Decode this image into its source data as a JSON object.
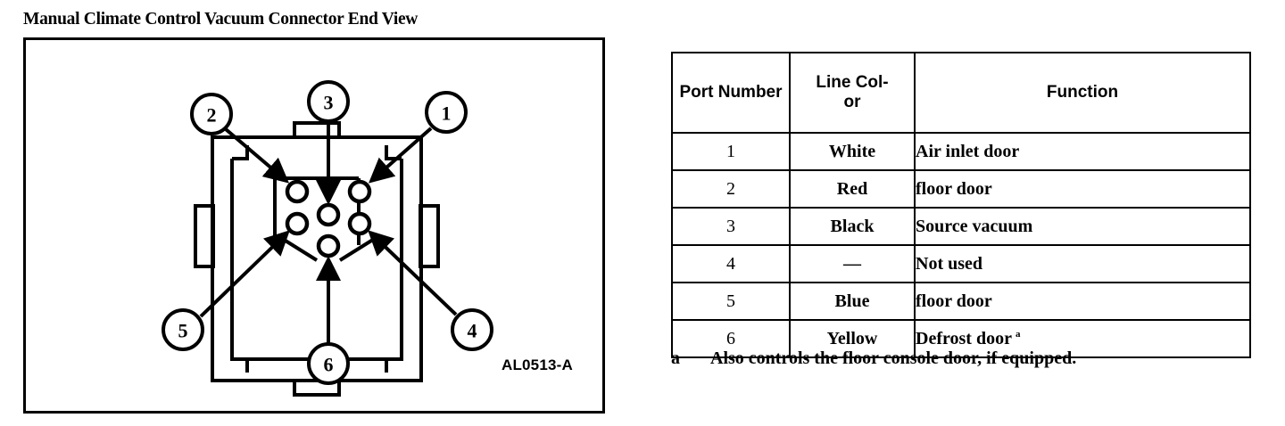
{
  "figure": {
    "title": "Manual Climate Control Vacuum Connector End View",
    "reference_code": "AL0513-A",
    "callouts": [
      {
        "label": "1",
        "target_port": "upper-right"
      },
      {
        "label": "2",
        "target_port": "upper-left"
      },
      {
        "label": "3",
        "target_port": "center"
      },
      {
        "label": "4",
        "target_port": "lower-right"
      },
      {
        "label": "5",
        "target_port": "lower-left"
      },
      {
        "label": "6",
        "target_port": "bottom-center"
      }
    ],
    "port_count": 6,
    "colors": {
      "line": "#000000",
      "background": "#ffffff"
    }
  },
  "table": {
    "headers": [
      "Port Number",
      "Line Col-or",
      "Function"
    ],
    "header_port": "Port Number",
    "header_color": "Line Col-",
    "header_color_2": "or",
    "header_function": "Function",
    "rows": [
      {
        "port": "1",
        "color": "White",
        "function": "Air inlet door",
        "footnote": ""
      },
      {
        "port": "2",
        "color": "Red",
        "function": "floor door",
        "footnote": ""
      },
      {
        "port": "3",
        "color": "Black",
        "function": "Source vacuum",
        "footnote": ""
      },
      {
        "port": "4",
        "color": "—",
        "function": "Not used",
        "footnote": ""
      },
      {
        "port": "5",
        "color": "Blue",
        "function": "floor door",
        "footnote": ""
      },
      {
        "port": "6",
        "color": "Yellow",
        "function": "Defrost door",
        "footnote": "a"
      }
    ]
  },
  "footnote": {
    "marker": "a",
    "text": "Also controls the floor console door, if equipped."
  }
}
